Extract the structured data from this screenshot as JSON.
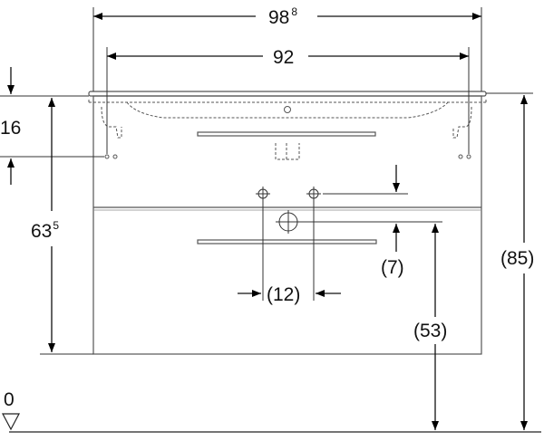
{
  "labels": {
    "width_total": "98",
    "width_total_sup": "8",
    "width_inner": "92",
    "height_basin": "16",
    "height_cabinet": "63",
    "height_cabinet_sup": "5",
    "height_overall": "(85)",
    "height_floor_to_drawer": "(53)",
    "drain_offset": "(7)",
    "tap_spacing": "(12)",
    "floor_level": "0"
  }
}
